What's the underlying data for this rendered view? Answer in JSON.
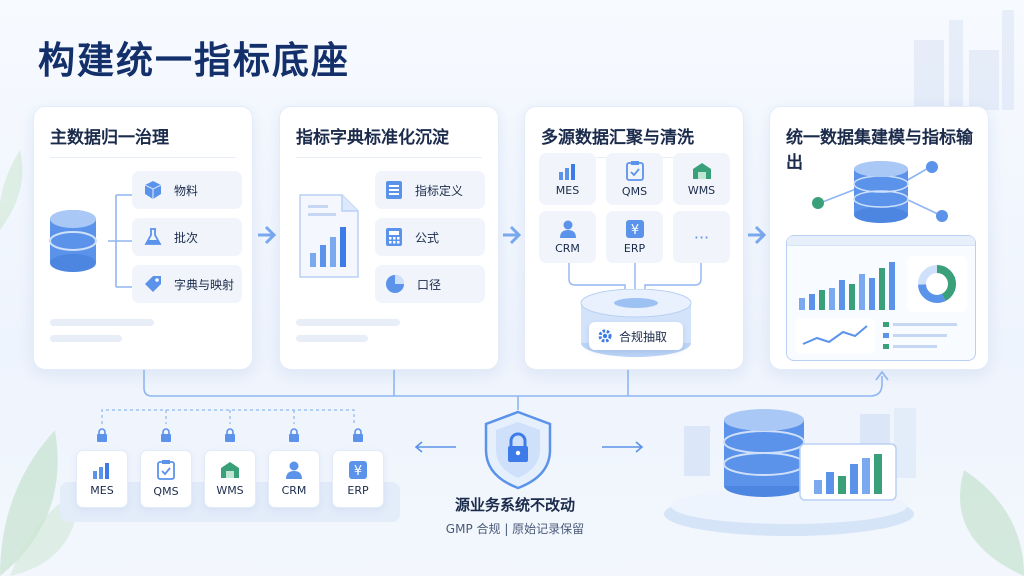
{
  "title": "构建统一指标底座",
  "cards": [
    {
      "title": "主数据归一治理",
      "items": [
        {
          "label": "物料",
          "icon": "cube-icon"
        },
        {
          "label": "批次",
          "icon": "flask-icon"
        },
        {
          "label": "字典与映射",
          "icon": "tag-icon"
        }
      ]
    },
    {
      "title": "指标字典标准化沉淀",
      "items": [
        {
          "label": "指标定义",
          "icon": "list-icon"
        },
        {
          "label": "公式",
          "icon": "calculator-icon"
        },
        {
          "label": "口径",
          "icon": "pie-icon"
        }
      ]
    },
    {
      "title": "多源数据汇聚与清洗",
      "sources": [
        "MES",
        "QMS",
        "WMS",
        "CRM",
        "ERP",
        "···"
      ],
      "extract_label": "合规抽取"
    },
    {
      "title": "统一数据集建模与指标输出"
    }
  ],
  "bottom_systems": [
    "MES",
    "QMS",
    "WMS",
    "CRM",
    "ERP"
  ],
  "shield": {
    "label": "源业务系统不改动",
    "sub": "GMP 合规   |   原始记录保留"
  },
  "colors": {
    "primary": "#3d7be8",
    "primary_light": "#8fb6f2",
    "green": "#3aa07a",
    "title": "#13306b"
  }
}
